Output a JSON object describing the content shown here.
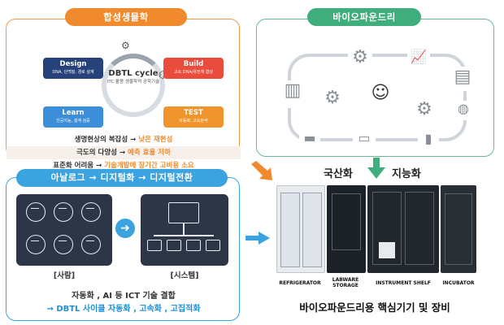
{
  "synbio": {
    "header": "합성생물학",
    "dbtl": {
      "title": "DBTL cycle",
      "center_sub": "ITC 활용 생물학적 공학기술",
      "design": {
        "title": "Design",
        "sub": "DNA, 단백질, 경로 설계"
      },
      "build": {
        "title": "Build",
        "sub": "고속 DNA/유전체 합성"
      },
      "learn": {
        "title": "Learn",
        "sub": "인공지능, 설계 검증"
      },
      "test": {
        "title": "TEST",
        "sub": "자동화, 고속분석"
      }
    },
    "issues": [
      {
        "cause": "생명현상의 복잡성",
        "arrow": "→",
        "result": "낮은 재현성"
      },
      {
        "cause": "극도의 다양성",
        "arrow": "→",
        "result": "예측 효율 저하"
      },
      {
        "cause": "표준화 어려움",
        "arrow": "→",
        "result": "기술개발에 장기간 고비용 소요"
      }
    ]
  },
  "biofoundry": {
    "header": "바이오파운드리"
  },
  "digital": {
    "header": "아날로그 → 디지털화 → 디지털전환",
    "people_caption": "[사람]",
    "system_caption": "[시스템]",
    "summary_line1": "자동화 , AI 등 ICT 기술 결합",
    "summary_line2": "→ DBTL 사이클 자동화 , 고속화 , 고집적화"
  },
  "labels": {
    "domestic": "국산화",
    "intelligent": "지능화"
  },
  "equipment": {
    "items": [
      {
        "label": "REFRIGERATOR"
      },
      {
        "label": "LABWARE STORAGE"
      },
      {
        "label": "INSTRUMENT SHELF"
      },
      {
        "label": "INCUBATOR"
      }
    ],
    "title": "바이오파운드리용 핵심기기 및 장비"
  },
  "colors": {
    "orange": "#f08a2c",
    "green": "#3fae7c",
    "blue": "#3aa3e0",
    "design": "#27427a",
    "build": "#e94b3c",
    "learn": "#3b8ed9",
    "test": "#f0942c"
  }
}
